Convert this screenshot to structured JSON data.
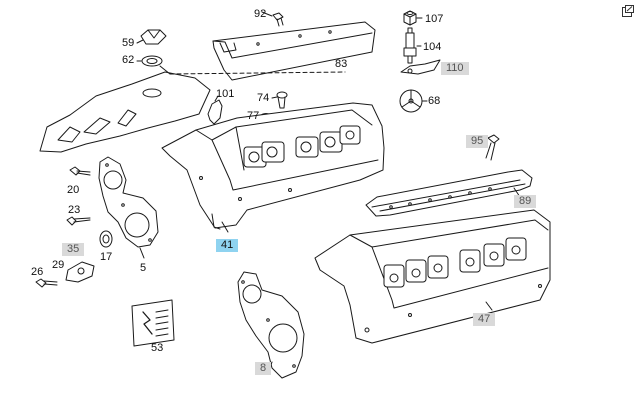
{
  "diagram": {
    "callouts": [
      {
        "id": "92",
        "style": "plain"
      },
      {
        "id": "107",
        "style": "plain"
      },
      {
        "id": "59",
        "style": "plain"
      },
      {
        "id": "104",
        "style": "plain"
      },
      {
        "id": "62",
        "style": "plain"
      },
      {
        "id": "83",
        "style": "plain"
      },
      {
        "id": "110",
        "style": "grey"
      },
      {
        "id": "101",
        "style": "plain"
      },
      {
        "id": "74",
        "style": "plain"
      },
      {
        "id": "68",
        "style": "plain"
      },
      {
        "id": "77",
        "style": "plain"
      },
      {
        "id": "95",
        "style": "grey"
      },
      {
        "id": "20",
        "style": "plain"
      },
      {
        "id": "89",
        "style": "grey"
      },
      {
        "id": "23",
        "style": "plain"
      },
      {
        "id": "41",
        "style": "selected"
      },
      {
        "id": "35",
        "style": "grey"
      },
      {
        "id": "17",
        "style": "plain"
      },
      {
        "id": "29",
        "style": "plain"
      },
      {
        "id": "26",
        "style": "plain"
      },
      {
        "id": "5",
        "style": "plain"
      },
      {
        "id": "47",
        "style": "grey"
      },
      {
        "id": "53",
        "style": "plain"
      },
      {
        "id": "8",
        "style": "grey"
      }
    ],
    "colors": {
      "line": "#1a1a1a",
      "fill": "#ffffff",
      "grey_label_bg": "#d9d9d9",
      "selected_label_bg": "#8fd3f0"
    },
    "icons": {
      "top_right": "external-window-icon"
    }
  }
}
